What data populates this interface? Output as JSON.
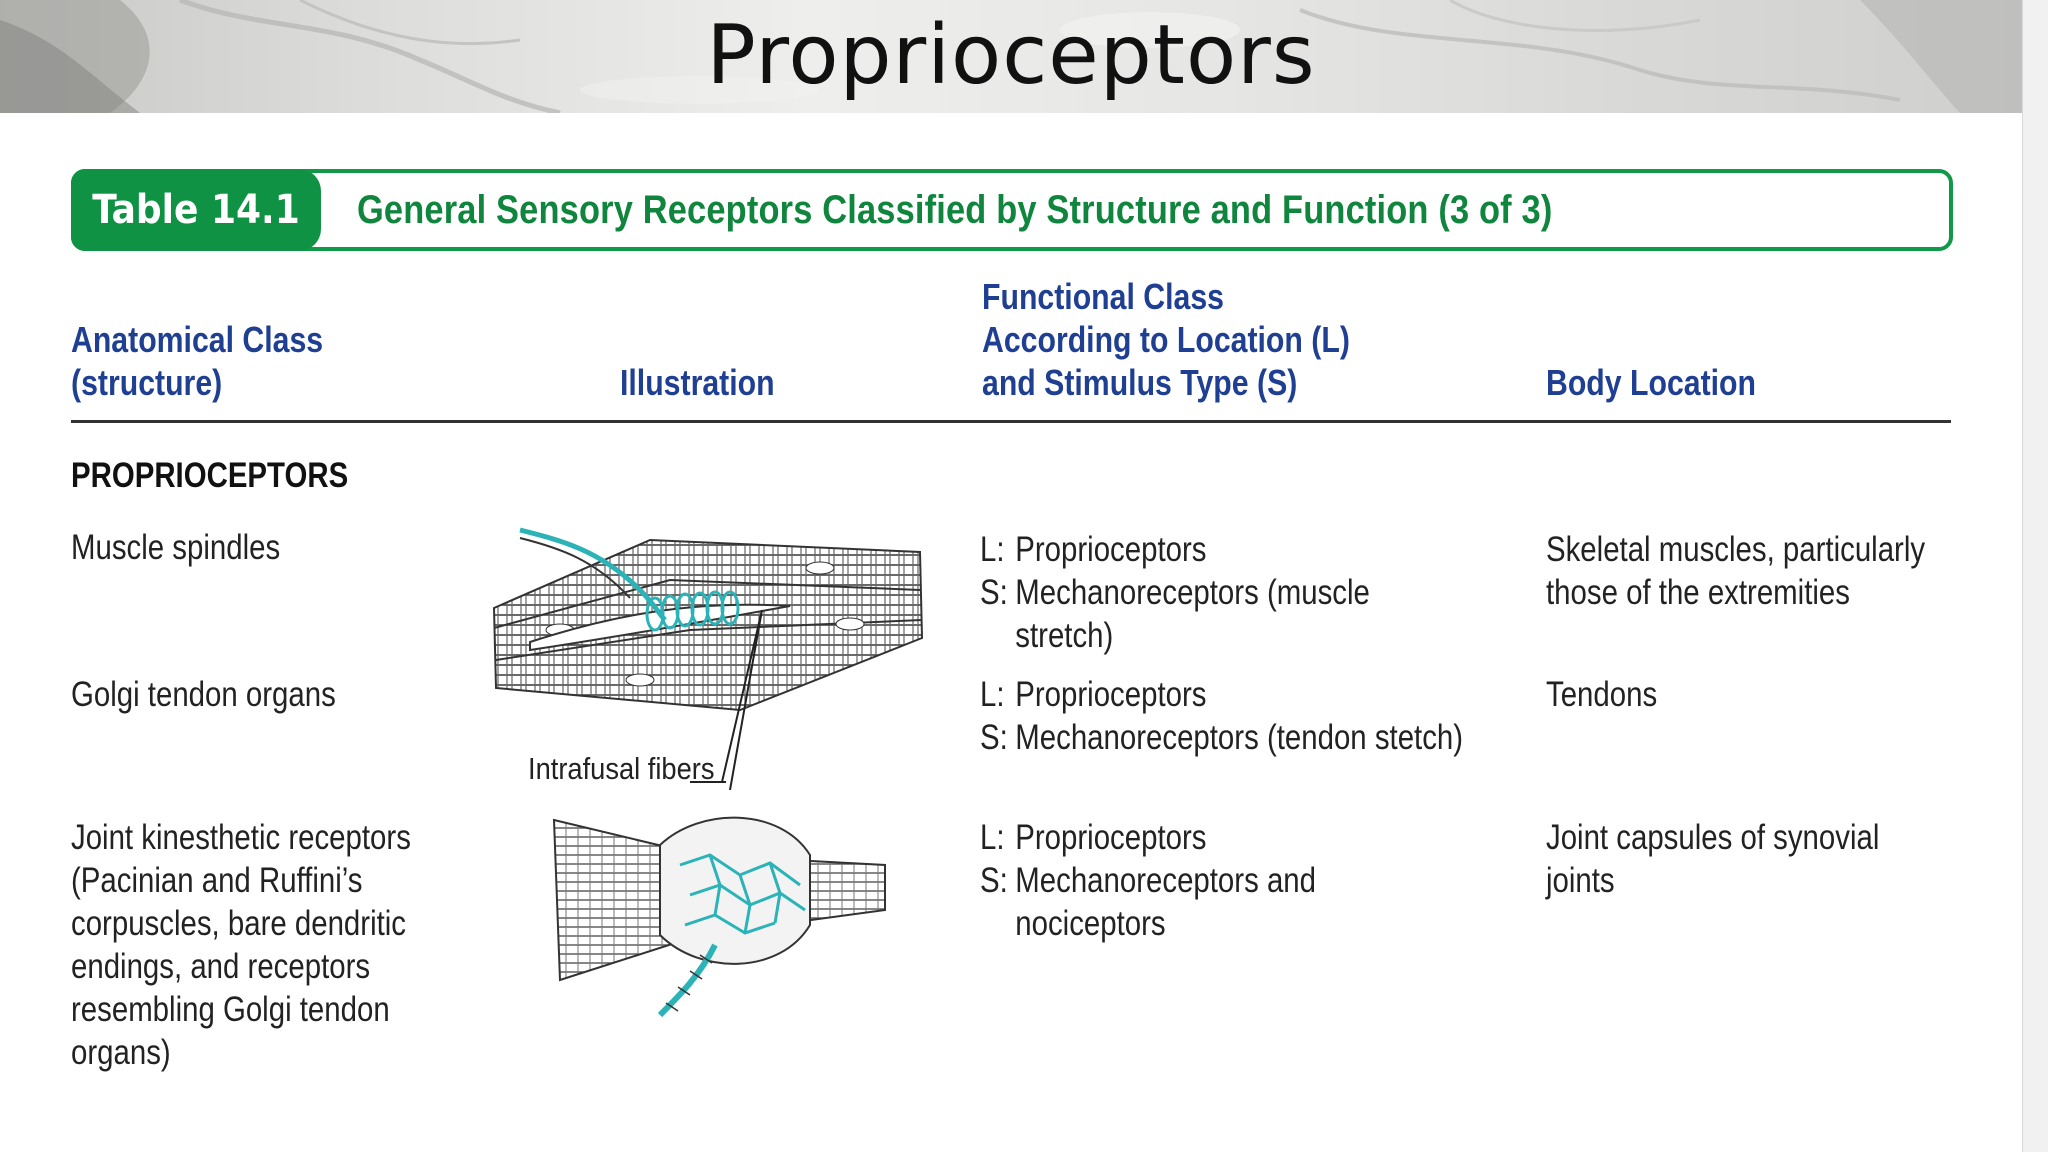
{
  "slide_title": "Proprioceptors",
  "table": {
    "tag": "Table 14.1",
    "caption": "General Sensory Receptors Classified by Structure and Function (3 of 3)",
    "headers": {
      "anatomical": [
        "Anatomical Class",
        "(structure)"
      ],
      "illustration": "Illustration",
      "functional": [
        "Functional Class",
        "According to Location (L)",
        "and Stimulus Type (S)"
      ],
      "body_location": "Body Location"
    },
    "section_label": "PROPRIOCEPTORS",
    "rows": [
      {
        "anatomical": [
          "Muscle spindles"
        ],
        "functional": [
          {
            "key": "L:",
            "text": "Proprioceptors"
          },
          {
            "key": "S:",
            "text": "Mechanoreceptors (muscle"
          },
          {
            "key": "",
            "text": "stretch)"
          }
        ],
        "body_location": [
          "Skeletal muscles, particularly",
          "those of the extremities"
        ]
      },
      {
        "anatomical": [
          "Golgi tendon organs"
        ],
        "functional": [
          {
            "key": "L:",
            "text": "Proprioceptors"
          },
          {
            "key": "S:",
            "text": "Mechanoreceptors (tendon stetch)"
          }
        ],
        "body_location": [
          "Tendons"
        ]
      },
      {
        "anatomical": [
          "Joint kinesthetic receptors",
          "(Pacinian and Ruffini’s",
          "corpuscles, bare dendritic",
          "endings, and receptors",
          "resembling Golgi tendon",
          "organs)"
        ],
        "functional": [
          {
            "key": "L:",
            "text": "Proprioceptors"
          },
          {
            "key": "S:",
            "text": "Mechanoreceptors and"
          },
          {
            "key": "",
            "text": "nociceptors"
          }
        ],
        "body_location": [
          "Joint capsules of synovial",
          "joints"
        ]
      }
    ],
    "illustration_label": "Intrafusal fibers"
  },
  "colors": {
    "caption_green": "#109245",
    "header_blue": "#1f3f93",
    "nerve_cyan": "#2bb3b8"
  },
  "icons": [
    "muscle-spindle-illustration",
    "joint-receptor-illustration"
  ]
}
